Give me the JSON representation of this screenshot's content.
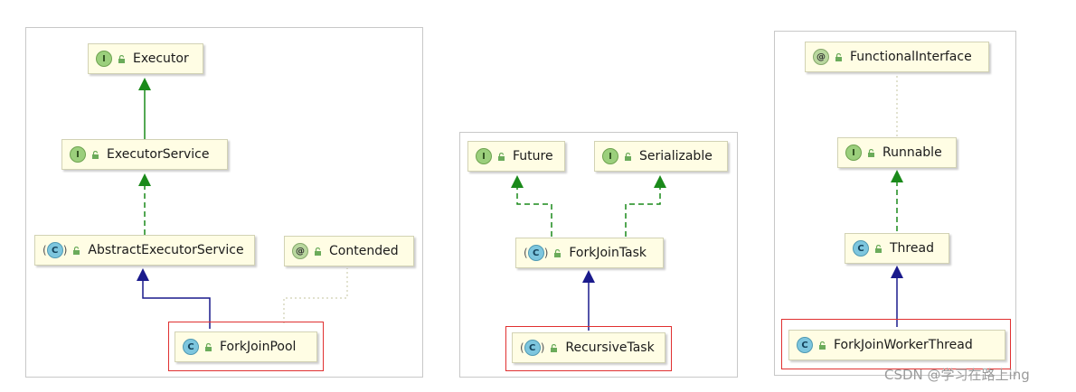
{
  "diagrams": [
    {
      "nodes": {
        "executor": {
          "label": "Executor",
          "kind": "interface",
          "badge": "I"
        },
        "executor_service": {
          "label": "ExecutorService",
          "kind": "interface",
          "badge": "I"
        },
        "abstract_executor_service": {
          "label": "AbstractExecutorService",
          "kind": "abstract-class",
          "badge": "C"
        },
        "contended": {
          "label": "Contended",
          "kind": "annotation",
          "badge": "@"
        },
        "fork_join_pool": {
          "label": "ForkJoinPool",
          "kind": "class",
          "badge": "C",
          "highlighted": true
        }
      },
      "edges": [
        {
          "from": "executor_service",
          "to": "executor",
          "type": "extends"
        },
        {
          "from": "abstract_executor_service",
          "to": "executor_service",
          "type": "implements"
        },
        {
          "from": "fork_join_pool",
          "to": "abstract_executor_service",
          "type": "extends"
        },
        {
          "from": "fork_join_pool",
          "to": "contended",
          "type": "annotated-by"
        }
      ]
    },
    {
      "nodes": {
        "future": {
          "label": "Future",
          "kind": "interface",
          "badge": "I"
        },
        "serializable": {
          "label": "Serializable",
          "kind": "interface",
          "badge": "I"
        },
        "fork_join_task": {
          "label": "ForkJoinTask",
          "kind": "abstract-class",
          "badge": "C"
        },
        "recursive_task": {
          "label": "RecursiveTask",
          "kind": "abstract-class",
          "badge": "C",
          "highlighted": true
        }
      },
      "edges": [
        {
          "from": "fork_join_task",
          "to": "future",
          "type": "implements"
        },
        {
          "from": "fork_join_task",
          "to": "serializable",
          "type": "implements"
        },
        {
          "from": "recursive_task",
          "to": "fork_join_task",
          "type": "extends"
        }
      ]
    },
    {
      "nodes": {
        "functional_interface": {
          "label": "FunctionalInterface",
          "kind": "annotation",
          "badge": "@"
        },
        "runnable": {
          "label": "Runnable",
          "kind": "interface",
          "badge": "I"
        },
        "thread": {
          "label": "Thread",
          "kind": "class",
          "badge": "C"
        },
        "fork_join_worker_thread": {
          "label": "ForkJoinWorkerThread",
          "kind": "class",
          "badge": "C",
          "highlighted": true
        }
      },
      "edges": [
        {
          "from": "runnable",
          "to": "functional_interface",
          "type": "annotated-by"
        },
        {
          "from": "thread",
          "to": "runnable",
          "type": "implements"
        },
        {
          "from": "fork_join_worker_thread",
          "to": "thread",
          "type": "extends"
        }
      ]
    }
  ],
  "colors": {
    "extends_arrow": "#1a1a8c",
    "implements_arrow": "#1a8a1a",
    "annotation_link": "#cfcfb0",
    "highlight_box": "#e03030",
    "node_fill": "#fffde4"
  },
  "watermark": "CSDN @学习在路上ing"
}
